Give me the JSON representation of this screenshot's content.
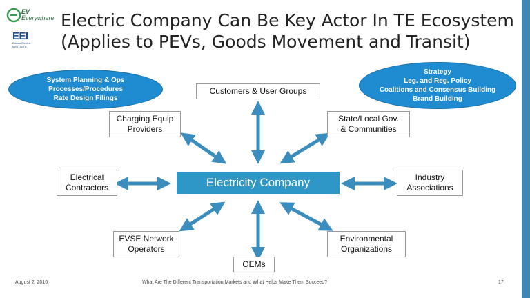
{
  "logos": {
    "ev_everywhere_line1": "EV",
    "ev_everywhere_line2": "Everywhere",
    "eei": "EEI",
    "eei_sub": "Edison Electric INSTITUTE"
  },
  "title": {
    "line1": "Electric Company Can Be Key Actor In TE Ecosystem",
    "line2": "(Applies to PEVs, Goods Movement and Transit)"
  },
  "ellipse_left": [
    "System Planning & Ops",
    "Processes/Procedures",
    "Rate Design Filings"
  ],
  "ellipse_right": [
    "Strategy",
    "Leg. and Reg. Policy",
    "Coalitions and Consensus Building",
    "Brand Building"
  ],
  "center": "Electricity Company",
  "nodes": {
    "customers": [
      "Customers & User Groups"
    ],
    "charging": [
      "Charging Equip",
      "Providers"
    ],
    "state": [
      "State/Local Gov.",
      "& Communities"
    ],
    "electrical": [
      "Electrical",
      "Contractors"
    ],
    "industry": [
      "Industry",
      "Associations"
    ],
    "evse": [
      "EVSE Network",
      "Operators"
    ],
    "oems": [
      "OEMs"
    ],
    "environmental": [
      "Environmental",
      "Organizations"
    ]
  },
  "footer": {
    "date": "August 2, 2016",
    "caption": "What Are The Different Transportation Markets and What Helps Make Them Succeed?",
    "page": "17"
  },
  "colors": {
    "arrow": "#3a8dbd",
    "center_box": "#2f97c7",
    "ellipse": "#1f8bd0",
    "sidebar": "#3e86b6"
  }
}
